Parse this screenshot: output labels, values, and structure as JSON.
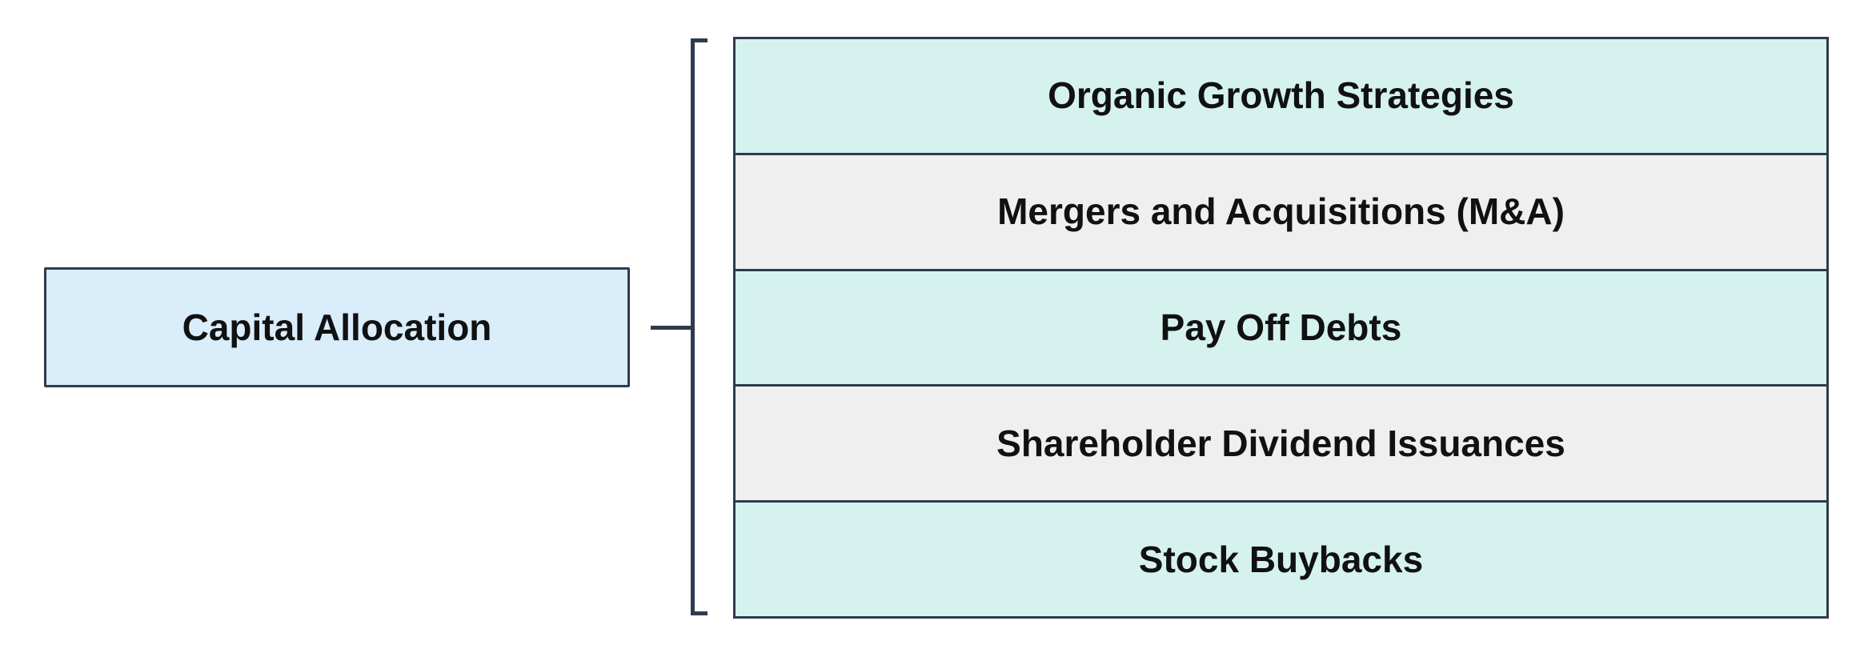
{
  "diagram": {
    "root": {
      "label": "Capital Allocation"
    },
    "children": [
      {
        "label": "Organic Growth Strategies"
      },
      {
        "label": "Mergers and Acquisitions (M&A)"
      },
      {
        "label": "Pay Off Debts"
      },
      {
        "label": "Shareholder Dividend Issuances"
      },
      {
        "label": "Stock Buybacks"
      }
    ],
    "colors": {
      "root_fill": "#d9edfb",
      "teal_fill": "#d5f2ee",
      "gray_fill": "#efefef",
      "border": "#2e3b4e",
      "text": "#111111",
      "background": "#ffffff"
    }
  }
}
